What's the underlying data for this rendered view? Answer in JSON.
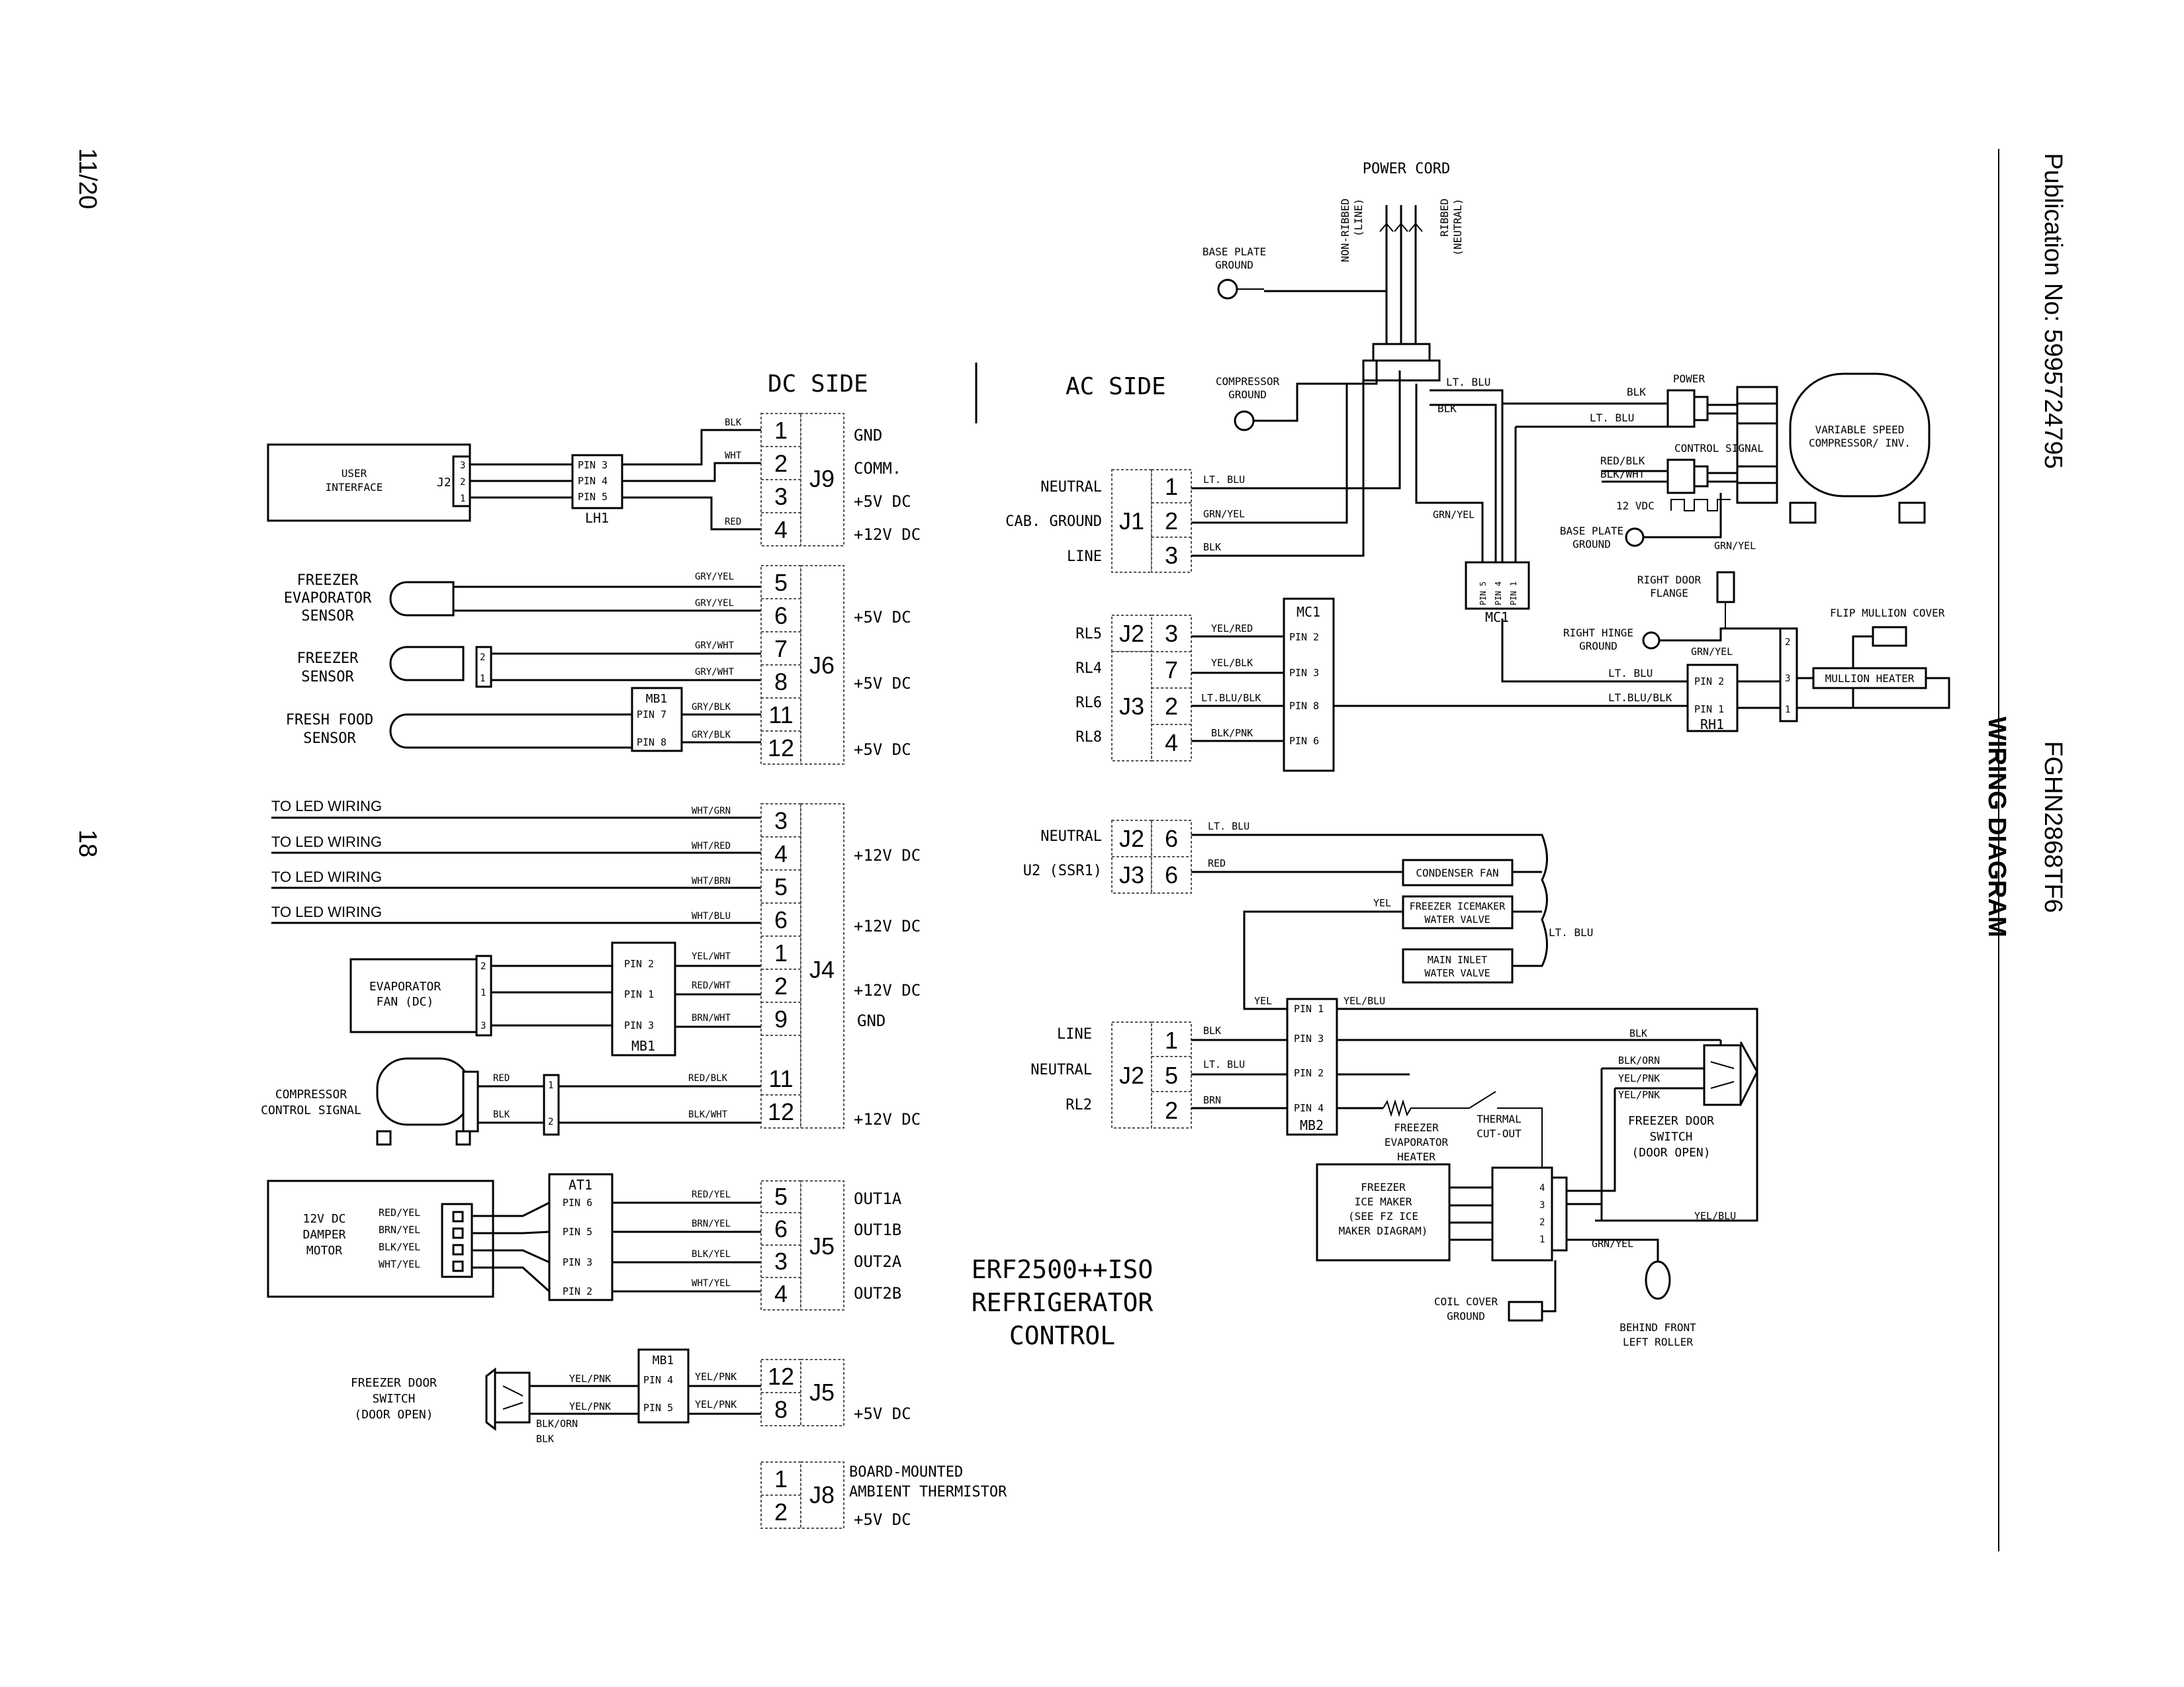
{
  "page": {
    "page_fraction": "11/20",
    "page_number": "18",
    "publication": "Publication No: 5995724795",
    "model": "FGHN2868TF6",
    "section_title": "WIRING DIAGRAM"
  },
  "headings": {
    "dc_side": "DC SIDE",
    "ac_side": "AC SIDE"
  },
  "control_label": [
    "ERF2500++ISO",
    "REFRIGERATOR",
    "CONTROL"
  ],
  "power": {
    "power_cord": "POWER CORD",
    "non_ribbed": [
      "NON-RIBBED",
      "(LINE)"
    ],
    "ribbed": [
      "RIBBED",
      "(NEUTRAL)"
    ],
    "base_plate_ground": [
      "BASE PLATE",
      "GROUND"
    ],
    "compressor_ground": [
      "COMPRESSOR",
      "GROUND"
    ]
  },
  "dc": {
    "user_interface": {
      "label": [
        "USER",
        "INTERFACE"
      ],
      "conn": "J2",
      "pins": [
        "3",
        "2",
        "1"
      ]
    },
    "lh1": {
      "name": "LH1",
      "pins": [
        "PIN 3",
        "PIN 4",
        "PIN 5"
      ]
    },
    "j9": {
      "name": "J9",
      "pins": [
        "1",
        "2",
        "3",
        "4"
      ],
      "signals": [
        "GND",
        "COMM.",
        "+5V DC",
        "+12V DC"
      ],
      "wires": [
        "BLK",
        "WHT",
        "RED"
      ]
    },
    "sensors": {
      "freezer_evap": [
        "FREEZER",
        "EVAPORATOR",
        "SENSOR"
      ],
      "freezer": [
        "FREEZER",
        "SENSOR"
      ],
      "fresh_food": [
        "FRESH FOOD",
        "SENSOR"
      ],
      "freezer_conn_pins": [
        "2",
        "1"
      ]
    },
    "mb1_sensor": {
      "name": "MB1",
      "pins": [
        "PIN 7",
        "PIN 8"
      ]
    },
    "j6": {
      "name": "J6",
      "pins": [
        "5",
        "6",
        "7",
        "8",
        "11",
        "12"
      ],
      "signals": [
        "+5V DC",
        "+5V DC",
        "+5V DC"
      ],
      "wires": [
        "GRY/YEL",
        "GRY/YEL",
        "GRY/WHT",
        "GRY/WHT",
        "GRY/BLK",
        "GRY/BLK"
      ]
    },
    "led": {
      "label": "TO LED WIRING",
      "wires": [
        "WHT/GRN",
        "WHT/RED",
        "WHT/BRN",
        "WHT/BLU"
      ]
    },
    "j4": {
      "name": "J4",
      "pins": [
        "3",
        "4",
        "5",
        "6",
        "1",
        "2",
        "9",
        "11",
        "12"
      ],
      "signals": [
        "+12V DC",
        "+12V DC",
        "+12V DC",
        "GND",
        "+12V DC"
      ]
    },
    "evap_fan": {
      "label": [
        "EVAPORATOR",
        "FAN (DC)"
      ],
      "conn_pins": [
        "2",
        "1",
        "3"
      ],
      "mb1": "MB1",
      "mb1_pins": [
        "PIN 2",
        "PIN 1",
        "PIN 3"
      ],
      "wires": [
        "YEL/WHT",
        "RED/WHT",
        "BRN/WHT"
      ]
    },
    "comp_signal": {
      "label": [
        "COMPRESSOR",
        "CONTROL SIGNAL"
      ],
      "conn_pins": [
        "1",
        "2"
      ],
      "wires_left": [
        "RED",
        "BLK"
      ],
      "wires_right": [
        "RED/BLK",
        "BLK/WHT"
      ]
    },
    "damper": {
      "label": [
        "12V DC",
        "DAMPER",
        "MOTOR"
      ],
      "wires_left": [
        "RED/YEL",
        "BRN/YEL",
        "BLK/YEL",
        "WHT/YEL"
      ],
      "at1": "AT1",
      "at1_pins": [
        "PIN 6",
        "PIN 5",
        "PIN 3",
        "PIN 2"
      ],
      "wires_right": [
        "RED/YEL",
        "BRN/YEL",
        "BLK/YEL",
        "WHT/YEL"
      ]
    },
    "j5": {
      "name": "J5",
      "pins": [
        "5",
        "6",
        "3",
        "4"
      ],
      "signals": [
        "OUT1A",
        "OUT1B",
        "OUT2A",
        "OUT2B"
      ]
    },
    "door_switch": {
      "label": [
        "FREEZER DOOR",
        "SWITCH",
        "(DOOR OPEN)"
      ],
      "wires_left": [
        "YEL/PNK",
        "YEL/PNK",
        "BLK/ORN",
        "BLK"
      ],
      "mb1": "MB1",
      "mb1_pins": [
        "PIN 4",
        "PIN 5"
      ],
      "wires_right": [
        "YEL/PNK",
        "YEL/PNK"
      ]
    },
    "j5b": {
      "name": "J5",
      "pins": [
        "12",
        "8"
      ],
      "signal": "+5V DC"
    },
    "j8": {
      "name": "J8",
      "pins": [
        "1",
        "2"
      ],
      "label": [
        "BOARD-MOUNTED",
        "AMBIENT THERMISTOR"
      ],
      "signal": "+5V DC"
    }
  },
  "ac": {
    "j1": {
      "name": "J1",
      "labels": [
        "NEUTRAL",
        "CAB. GROUND",
        "LINE"
      ],
      "pins": [
        "1",
        "2",
        "3"
      ],
      "wires": [
        "LT. BLU",
        "GRN/YEL",
        "BLK"
      ]
    },
    "relays": {
      "labels": [
        "RL5",
        "RL4",
        "RL6",
        "RL8"
      ],
      "conns": [
        "J2",
        "J3"
      ],
      "pins": [
        "3",
        "7",
        "2",
        "4"
      ],
      "wires": [
        "YEL/RED",
        "YEL/BLK",
        "LT.BLU/BLK",
        "BLK/PNK"
      ]
    },
    "mc1": {
      "name": "MC1",
      "pins": [
        "PIN 2",
        "PIN 3",
        "PIN 8",
        "PIN 6"
      ],
      "top_pins": [
        "PIN 5",
        "PIN 4",
        "PIN 1"
      ]
    },
    "compressor": {
      "label": [
        "VARIABLE SPEED",
        "COMPRESSOR/ INV."
      ],
      "power": "POWER",
      "control_signal": "CONTROL SIGNAL",
      "vdc": "12 VDC",
      "wires": [
        "LT. BLU",
        "BLK",
        "LT. BLU",
        "RED/BLK",
        "BLK/WHT"
      ],
      "base_plate": [
        "BASE PLATE",
        "GROUND"
      ],
      "grn_yel": "GRN/YEL"
    },
    "right_door_flange": [
      "RIGHT DOOR",
      "FLANGE"
    ],
    "right_hinge": {
      "label": [
        "RIGHT HINGE",
        "GROUND"
      ],
      "wire": "GRN/YEL"
    },
    "flip_mullion": "FLIP MULLION COVER",
    "mullion_heater": "MULLION HEATER",
    "rh1": {
      "name": "RH1",
      "pins": [
        "PIN 2",
        "PIN 1"
      ],
      "wires": [
        "LT. BLU",
        "LT.BLU/BLK"
      ],
      "conn_pins": [
        "2",
        "3",
        "1"
      ]
    },
    "ssr": {
      "labels": [
        "NEUTRAL",
        "U2 (SSR1)"
      ],
      "conns": [
        "J2",
        "J3"
      ],
      "pins": [
        "6",
        "6"
      ],
      "wires": [
        "LT. BLU",
        "RED"
      ]
    },
    "loads": {
      "condenser_fan": "CONDENSER FAN",
      "icemaker_valve": [
        "FREEZER ICEMAKER",
        "WATER VALVE"
      ],
      "inlet_valve": [
        "MAIN INLET",
        "WATER VALVE"
      ],
      "yel": "YEL",
      "lt_blu": "LT. BLU"
    },
    "j2b": {
      "name": "J2",
      "labels": [
        "LINE",
        "NEUTRAL",
        "RL2"
      ],
      "pins": [
        "1",
        "5",
        "2"
      ],
      "wires": [
        "BLK",
        "LT. BLU",
        "BRN"
      ]
    },
    "mb2": {
      "name": "MB2",
      "pins": [
        "PIN 1",
        "PIN 3",
        "PIN 2",
        "PIN 4"
      ],
      "wires_top": [
        "YEL",
        "YEL/BLU"
      ]
    },
    "evap_heater": [
      "FREEZER",
      "EVAPORATOR",
      "HEATER"
    ],
    "thermal": [
      "THERMAL",
      "CUT-OUT"
    ],
    "door_switch2": {
      "label": [
        "FREEZER DOOR",
        "SWITCH",
        "(DOOR OPEN)"
      ],
      "wires": [
        "BLK",
        "BLK/ORN",
        "YEL/PNK",
        "YEL/PNK"
      ]
    },
    "ice_maker": {
      "label": [
        "FREEZER",
        "ICE MAKER",
        "(SEE FZ ICE",
        "MAKER DIAGRAM)"
      ],
      "pins": [
        "4",
        "3",
        "2",
        "1"
      ],
      "wires": [
        "YEL/BLU",
        "GRN/YEL"
      ]
    },
    "coil_cover": [
      "COIL COVER",
      "GROUND"
    ],
    "front_roller": [
      "BEHIND FRONT",
      "LEFT ROLLER"
    ]
  }
}
